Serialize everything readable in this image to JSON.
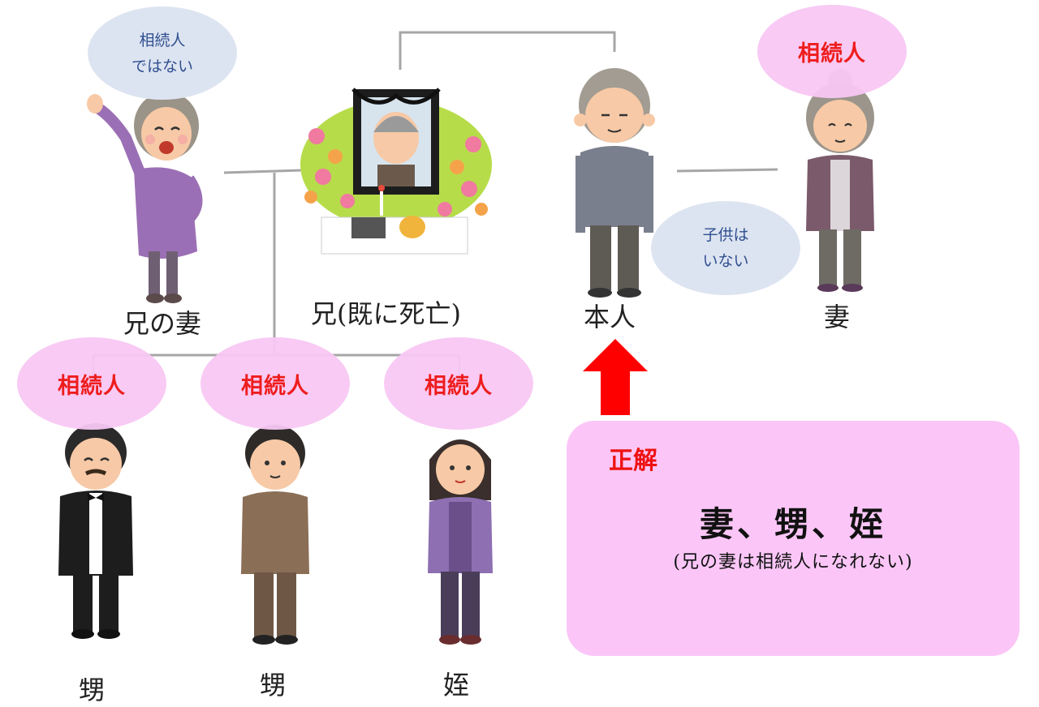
{
  "labels": {
    "brother_wife": "兄の妻",
    "brother": "兄(既に死亡)",
    "self": "本人",
    "wife": "妻",
    "nephew1": "甥",
    "nephew2": "甥",
    "niece": "姪"
  },
  "bubbles": {
    "heir": "相続人",
    "not_heir_line1": "相続人",
    "not_heir_line2": "ではない",
    "no_children_line1": "子供は",
    "no_children_line2": "いない"
  },
  "answer": {
    "title": "正解",
    "main": "妻、甥、姪",
    "note": "(兄の妻は相続人になれない)"
  },
  "colors": {
    "heir_text": "#ee1111",
    "pink_bubble": "#f8c8f4",
    "blue_bubble": "#dde4f1",
    "arrow": "#ff0000",
    "line": "#a6a6a6",
    "answer_box": "#fbc6f7"
  }
}
